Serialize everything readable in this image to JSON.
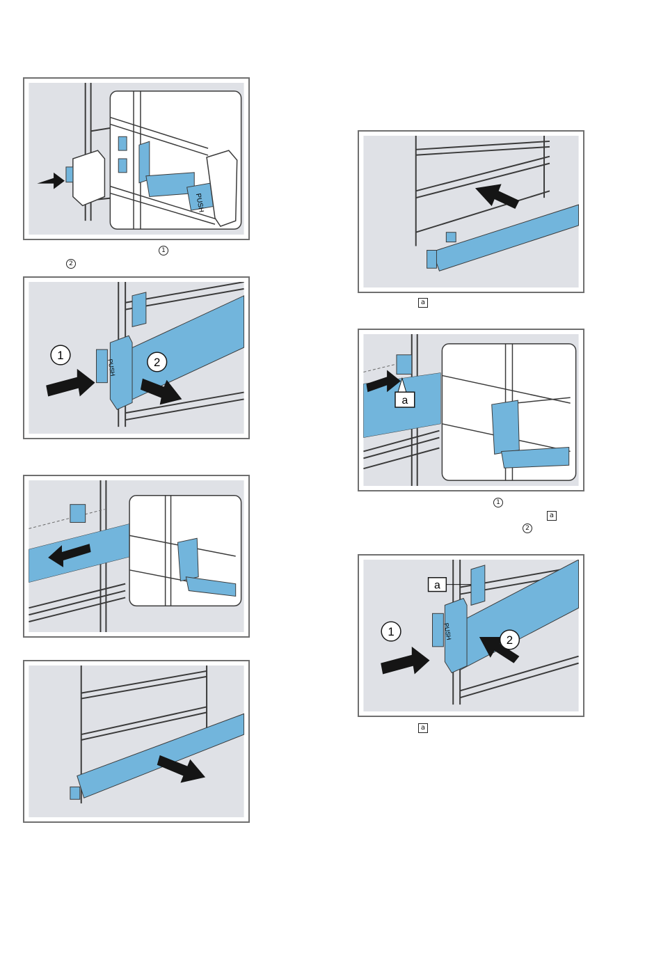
{
  "labels": {
    "push": "PUSH",
    "one": "1",
    "two": "2",
    "a": "a"
  },
  "markers": {
    "circle_1": "1",
    "circle_2": "2",
    "square_a": "a"
  },
  "colors": {
    "panel_bg": "#dfe1e6",
    "blue": "#72b5dc",
    "blue_dark": "#3f86b8",
    "wire": "#3a3a3a",
    "arrow": "#151515"
  }
}
